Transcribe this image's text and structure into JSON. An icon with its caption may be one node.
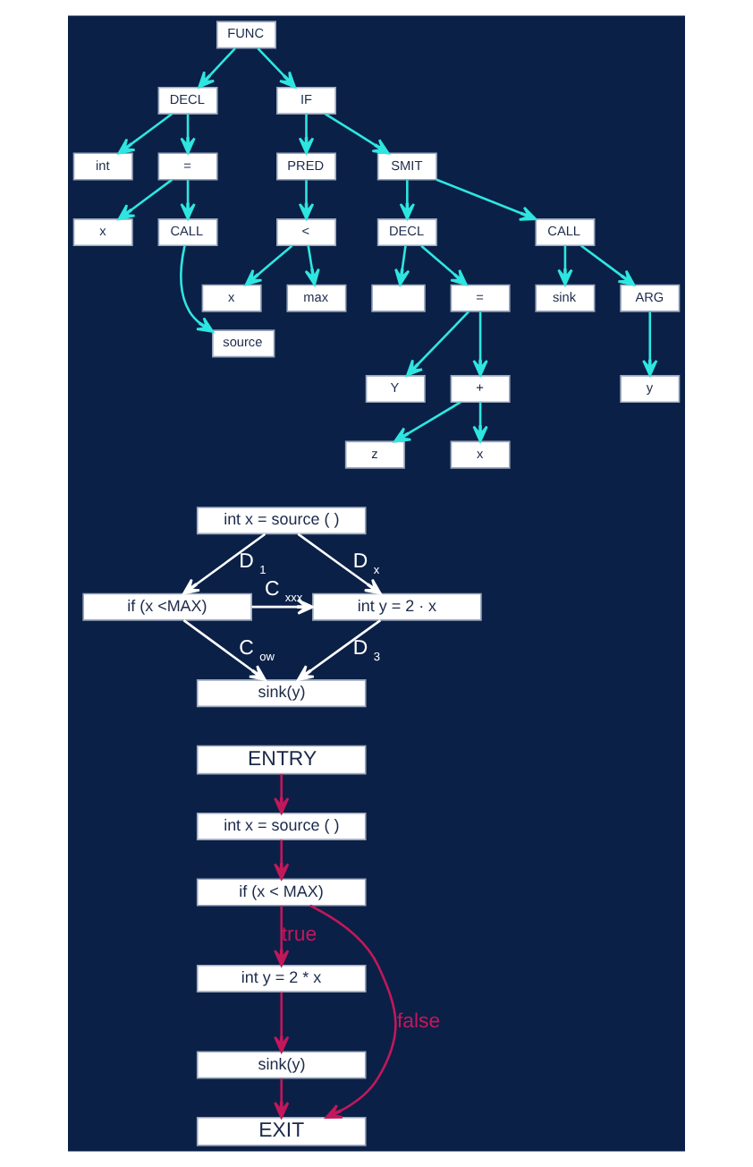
{
  "diagram": {
    "nodes": [
      {
        "text": [
          "FUNC"
        ]
      },
      {
        "text": [
          "DECL"
        ]
      },
      {
        "text": [
          "IF"
        ]
      },
      {
        "text": [
          "int"
        ]
      },
      {
        "text": [
          "="
        ]
      },
      {
        "text": [
          "x"
        ]
      },
      {
        "text": [
          "CALL"
        ]
      },
      {
        "text": [
          "source"
        ]
      },
      {
        "text": [
          "PRED"
        ]
      },
      {
        "text": [
          "SMIT"
        ]
      },
      {
        "text": [
          "<"
        ]
      },
      {
        "text": [
          "x"
        ]
      },
      {
        "text": [
          "max"
        ]
      },
      {
        "text": [
          "DECL"
        ]
      },
      {
        "text": [
          "CALL"
        ]
      },
      {
        "text": [],
        "shape": "box"
      },
      {
        "text": [
          "="
        ]
      },
      {
        "text": [
          "sink"
        ]
      },
      {
        "text": [
          "ARG"
        ]
      },
      {
        "text": [
          "Y"
        ]
      },
      {
        "text": [
          "+"
        ]
      },
      {
        "text": [
          "y"
        ]
      },
      {
        "text": [
          "z"
        ]
      },
      {
        "text": [
          "x"
        ]
      },
      {
        "text": [
          "int x = source ( )"
        ]
      },
      {
        "text": [
          "if (x <MAX)"
        ]
      },
      {
        "text": [
          "int y = 2 · x"
        ]
      },
      {
        "text": [
          "sink(y)"
        ]
      },
      {
        "text": [
          "ENTRY"
        ]
      },
      {
        "text": [
          "int x = source ( )"
        ]
      },
      {
        "text": [
          "if (x < MAX)"
        ]
      },
      {
        "text": [
          "int y = 2 * x"
        ]
      },
      {
        "text": [
          "sink(y)"
        ]
      },
      {
        "text": [
          "EXIT"
        ]
      }
    ],
    "edges": [
      {
        "from": 0,
        "to": 1,
        "arrow": "to"
      },
      {
        "from": 0,
        "to": 2,
        "arrow": "to"
      },
      {
        "from": 1,
        "to": 3,
        "arrow": "to"
      },
      {
        "from": 1,
        "to": 4,
        "arrow": "to"
      },
      {
        "from": 4,
        "to": 5,
        "arrow": "to"
      },
      {
        "from": 4,
        "to": 6,
        "arrow": "to"
      },
      {
        "from": 6,
        "to": 7,
        "arrow": "to"
      },
      {
        "from": 2,
        "to": 8,
        "arrow": "to"
      },
      {
        "from": 2,
        "to": 9,
        "arrow": "to"
      },
      {
        "from": 8,
        "to": 10,
        "arrow": "to"
      },
      {
        "from": 10,
        "to": 11,
        "arrow": "to"
      },
      {
        "from": 10,
        "to": 12,
        "arrow": "to"
      },
      {
        "from": 9,
        "to": 13,
        "arrow": "to"
      },
      {
        "from": 9,
        "to": 14,
        "arrow": "to"
      },
      {
        "from": 13,
        "to": 15,
        "arrow": "to"
      },
      {
        "from": 13,
        "to": 16,
        "arrow": "to"
      },
      {
        "from": 14,
        "to": 17,
        "arrow": "to"
      },
      {
        "from": 14,
        "to": 18,
        "arrow": "to"
      },
      {
        "from": 16,
        "to": 19,
        "arrow": "to"
      },
      {
        "from": 16,
        "to": 20,
        "arrow": "to"
      },
      {
        "from": 18,
        "to": 21,
        "arrow": "to"
      },
      {
        "from": 20,
        "to": 22,
        "arrow": "to"
      },
      {
        "from": 20,
        "to": 23,
        "arrow": "to"
      },
      {
        "from": 24,
        "to": 25,
        "arrow": "to",
        "label": "D$_{1}$",
        "color": "#ffffff"
      },
      {
        "from": 24,
        "to": 26,
        "arrow": "to",
        "label": "D$_{x}$",
        "color": "#ffffff"
      },
      {
        "from": 25,
        "to": 26,
        "arrow": "to",
        "label": "C$_{xxx}$",
        "color": "#ffffff"
      },
      {
        "from": 25,
        "to": 27,
        "arrow": "to",
        "label": "C$_{ow}$",
        "color": "#ffffff"
      },
      {
        "from": 26,
        "to": 27,
        "arrow": "to",
        "label": "D$_{3}$",
        "color": "#ffffff"
      },
      {
        "from": 28,
        "to": 29,
        "arrow": "to",
        "color": "#c2185b"
      },
      {
        "from": 29,
        "to": 30,
        "arrow": "to",
        "color": "#c2185b"
      },
      {
        "from": 30,
        "to": 31,
        "arrow": "to",
        "label": "true",
        "color": "#c2185b"
      },
      {
        "from": 31,
        "to": 32,
        "arrow": "to",
        "color": "#c2185b"
      },
      {
        "from": 32,
        "to": 33,
        "arrow": "to",
        "color": "#c2185b"
      },
      {
        "from": 30,
        "to": 33,
        "arrow": "to",
        "label": "false",
        "color": "#c2185b"
      }
    ]
  }
}
